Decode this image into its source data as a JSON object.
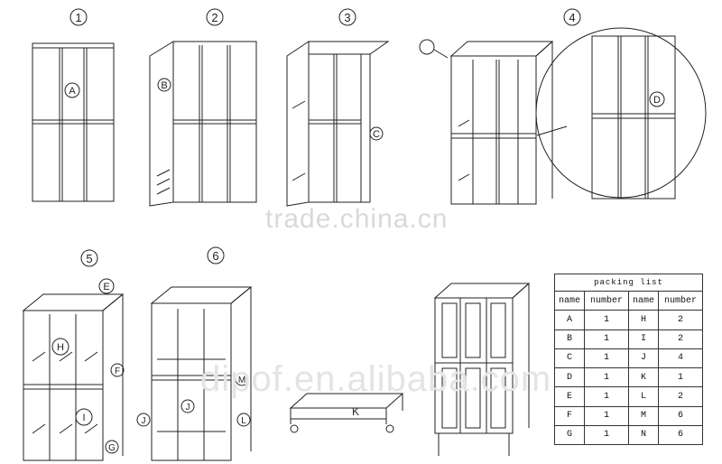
{
  "step_numbers": [
    "1",
    "2",
    "3",
    "4",
    "5",
    "6"
  ],
  "part_labels": {
    "A": "A",
    "B": "B",
    "C": "C",
    "D": "D",
    "E": "E",
    "F": "F",
    "G": "G",
    "H": "H",
    "I": "I",
    "J": "J",
    "K": "K",
    "L": "L",
    "M": "M"
  },
  "watermarks": {
    "trade": "trade.china.cn",
    "brand": "dipof.en.alibaba.com"
  },
  "packing_list": {
    "title": "packing list",
    "headers": [
      "name",
      "number",
      "name",
      "number"
    ],
    "rows": [
      [
        "A",
        "1",
        "H",
        "2"
      ],
      [
        "B",
        "1",
        "I",
        "2"
      ],
      [
        "C",
        "1",
        "J",
        "4"
      ],
      [
        "D",
        "1",
        "K",
        "1"
      ],
      [
        "E",
        "1",
        "L",
        "2"
      ],
      [
        "F",
        "1",
        "M",
        "6"
      ],
      [
        "G",
        "1",
        "N",
        "6"
      ]
    ]
  }
}
